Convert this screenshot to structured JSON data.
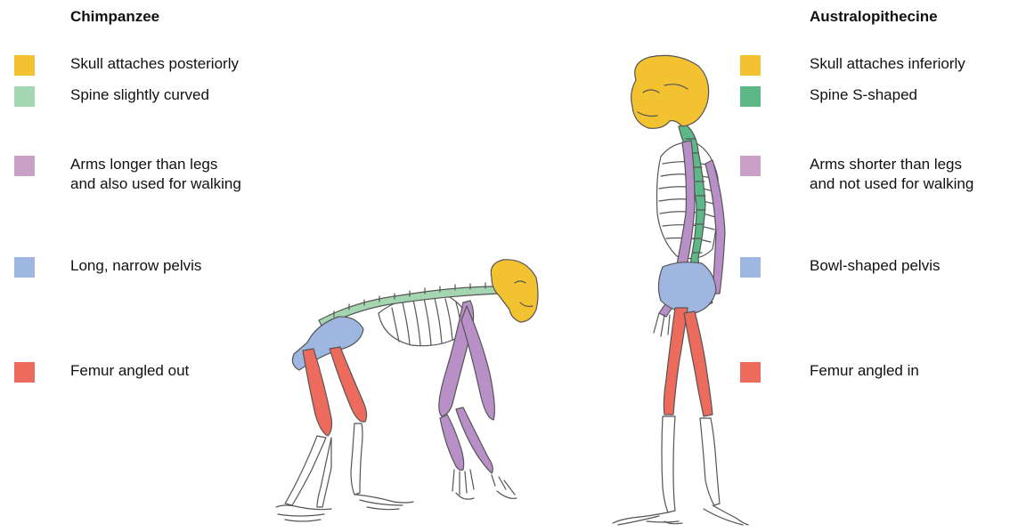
{
  "left_panel": {
    "title": "Chimpanzee",
    "traits": [
      {
        "trait": "skull",
        "color": "#f2c230",
        "lines": [
          "Skull attaches posteriorly"
        ]
      },
      {
        "trait": "spine",
        "color": "#a3d6b1",
        "lines": [
          "Spine slightly curved"
        ]
      },
      {
        "trait": "arms",
        "color": "#c8a0c8",
        "lines": [
          "Arms longer than legs",
          "and also used for walking"
        ]
      },
      {
        "trait": "pelvis",
        "color": "#9fb7e0",
        "lines": [
          "Long, narrow pelvis"
        ]
      },
      {
        "trait": "femur",
        "color": "#ec6b5c",
        "lines": [
          "Femur angled out"
        ]
      }
    ]
  },
  "right_panel": {
    "title": "Australopithecine",
    "traits": [
      {
        "trait": "skull",
        "color": "#f2c230",
        "lines": [
          "Skull attaches inferiorly"
        ]
      },
      {
        "trait": "spine",
        "color": "#5cb987",
        "lines": [
          "Spine S-shaped"
        ]
      },
      {
        "trait": "arms",
        "color": "#c8a0c8",
        "lines": [
          "Arms shorter than legs",
          "and not used for walking"
        ]
      },
      {
        "trait": "pelvis",
        "color": "#9fb7e0",
        "lines": [
          "Bowl-shaped pelvis"
        ]
      },
      {
        "trait": "femur",
        "color": "#ec6b5c",
        "lines": [
          "Femur angled in"
        ]
      }
    ]
  },
  "colors": {
    "bone_outline": "#555555",
    "bone_fill": "#ffffff",
    "skull": "#f2c230",
    "spine_chimp": "#a3d6b1",
    "spine_austral": "#5cb987",
    "arms": "#b88fc7",
    "pelvis": "#9fb7e0",
    "femur": "#ec6b5c"
  }
}
